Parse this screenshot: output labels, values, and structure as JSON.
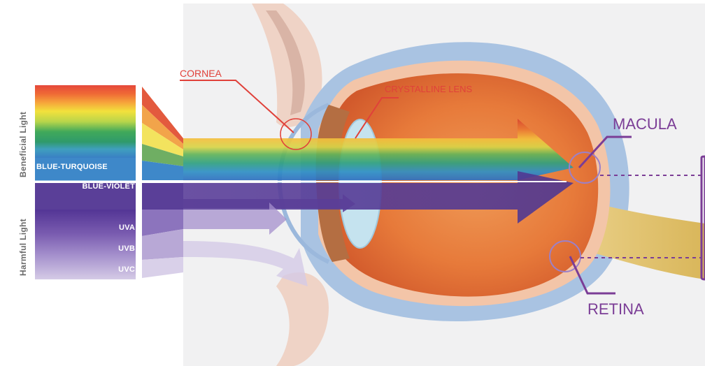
{
  "side_labels": {
    "beneficial": "Beneficial Light",
    "harmful": "Harmful Light"
  },
  "bands": {
    "blue_turquoise": "BLUE-TURQUOISE",
    "blue_violet": "BLUE-VIOLET",
    "uva": "UVA",
    "uvb": "UVB",
    "uvc": "UVC"
  },
  "anatomy_labels": {
    "cornea": "CORNEA",
    "crystalline_lens": "CRYSTALLINE LENS",
    "macula": "MACULA",
    "retina": "RETINA"
  },
  "colors": {
    "cornea_label": "#e0413a",
    "callout_purple": "#7b3d96",
    "eye_orange": "#e8763a",
    "sclera_blue": "#a9c3e2",
    "blue_turquoise_band": "#3e88c9",
    "blue_violet_band": "#5a3f98"
  }
}
